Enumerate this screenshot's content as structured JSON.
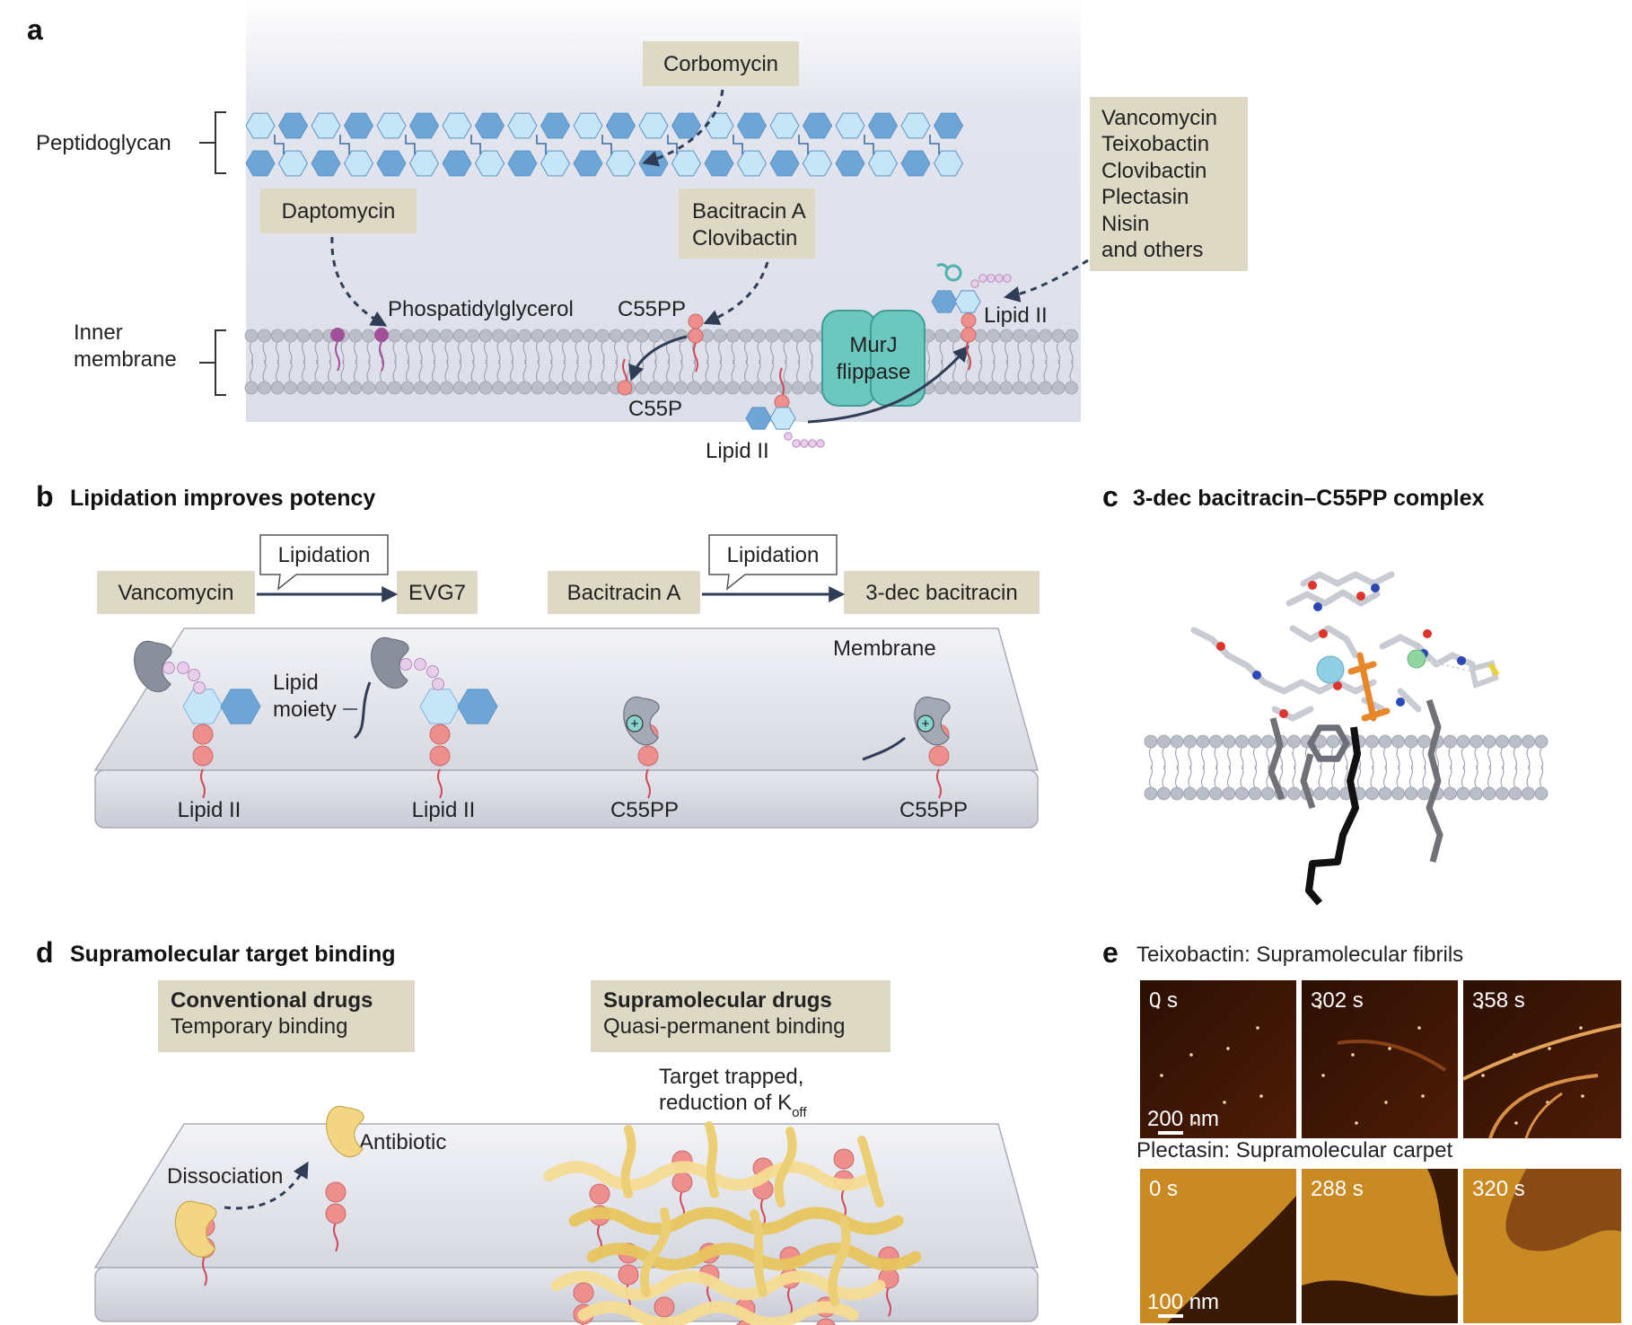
{
  "panels": {
    "a": {
      "label": "a",
      "peptidoglycan_label": "Peptidoglycan",
      "inner_membrane_label": [
        "Inner",
        "membrane"
      ],
      "corbomycin": "Corbomycin",
      "daptomycin": "Daptomycin",
      "bacitracin_box": [
        "Bacitracin A",
        "Clovibactin"
      ],
      "lipid2_box": [
        "Vancomycin",
        "Teixobactin",
        "Clovibactin",
        "Plectasin",
        "Nisin",
        "and others"
      ],
      "phosphatidylglycerol": "Phospatidylglycerol",
      "c55pp": "C55PP",
      "c55p": "C55P",
      "lipid2_top": "Lipid II",
      "lipid2_bottom": "Lipid II",
      "murj": [
        "MurJ",
        "flippase"
      ]
    },
    "b": {
      "label": "b",
      "title": "Lipidation improves potency",
      "vancomycin": "Vancomycin",
      "evg7": "EVG7",
      "bacitracin": "Bacitracin A",
      "dec_bacitracin": "3-dec bacitracin",
      "lipidation1": "Lipidation",
      "lipidation2": "Lipidation",
      "membrane": "Membrane",
      "lipid_moiety": [
        "Lipid",
        "moiety"
      ],
      "bottom_labels": [
        "Lipid II",
        "Lipid II",
        "C55PP",
        "C55PP"
      ]
    },
    "c": {
      "label": "c",
      "title": "3-dec bacitracin–C55PP complex"
    },
    "d": {
      "label": "d",
      "title": "Supramolecular target binding",
      "conventional_title": "Conventional drugs",
      "conventional_sub": "Temporary binding",
      "supra_title": "Supramolecular drugs",
      "supra_sub": "Quasi-permanent binding",
      "target_trapped": "Target trapped,",
      "reduction": "reduction of K",
      "off_sub": "off",
      "antibiotic": "Antibiotic",
      "dissociation": "Dissociation"
    },
    "e": {
      "label": "e",
      "teixo_title": "Teixobactin: Supramolecular fibrils",
      "plect_title": "Plectasin: Supramolecular carpet",
      "teixo_times": [
        "0 s",
        "302 s",
        "358 s"
      ],
      "plect_times": [
        "0 s",
        "288 s",
        "320 s"
      ],
      "scale1": "200 nm",
      "scale2": "100 nm"
    }
  },
  "colors": {
    "box_fill": "#ddd9c4",
    "cell_bg": "#e4e6ef",
    "hex_light": "#c6e6f8",
    "hex_dark": "#6da6d6",
    "lipid_head": "#b9bec8",
    "pink": "#ef8f8d",
    "murj": "#6cc7bf",
    "arrow": "#2f3d57",
    "afm_dark": "#3a1605",
    "afm_orange": "#c98a24"
  }
}
